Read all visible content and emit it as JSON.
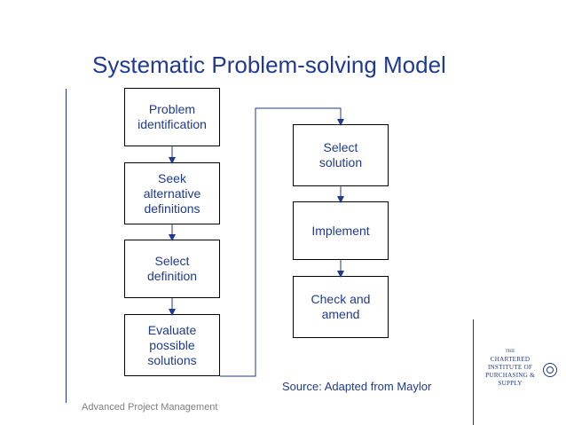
{
  "title": "Systematic Problem-solving Model",
  "left_steps": [
    {
      "label": "Problem\nidentification"
    },
    {
      "label": "Seek\nalternative\ndefinitions"
    },
    {
      "label": "Select\ndefinition"
    },
    {
      "label": "Evaluate\npossible\nsolutions"
    }
  ],
  "right_steps": [
    {
      "label": "Select\nsolution"
    },
    {
      "label": "Implement"
    },
    {
      "label": "Check and\namend"
    }
  ],
  "source": "Source: Adapted from Maylor",
  "footer": "Advanced Project Management",
  "logo": {
    "line1": "THE",
    "line2": "CHARTERED INSTITUTE OF",
    "line3": "PURCHASING & SUPPLY"
  },
  "colors": {
    "accent": "#1f3a8f",
    "footer": "#7f7f7f"
  }
}
